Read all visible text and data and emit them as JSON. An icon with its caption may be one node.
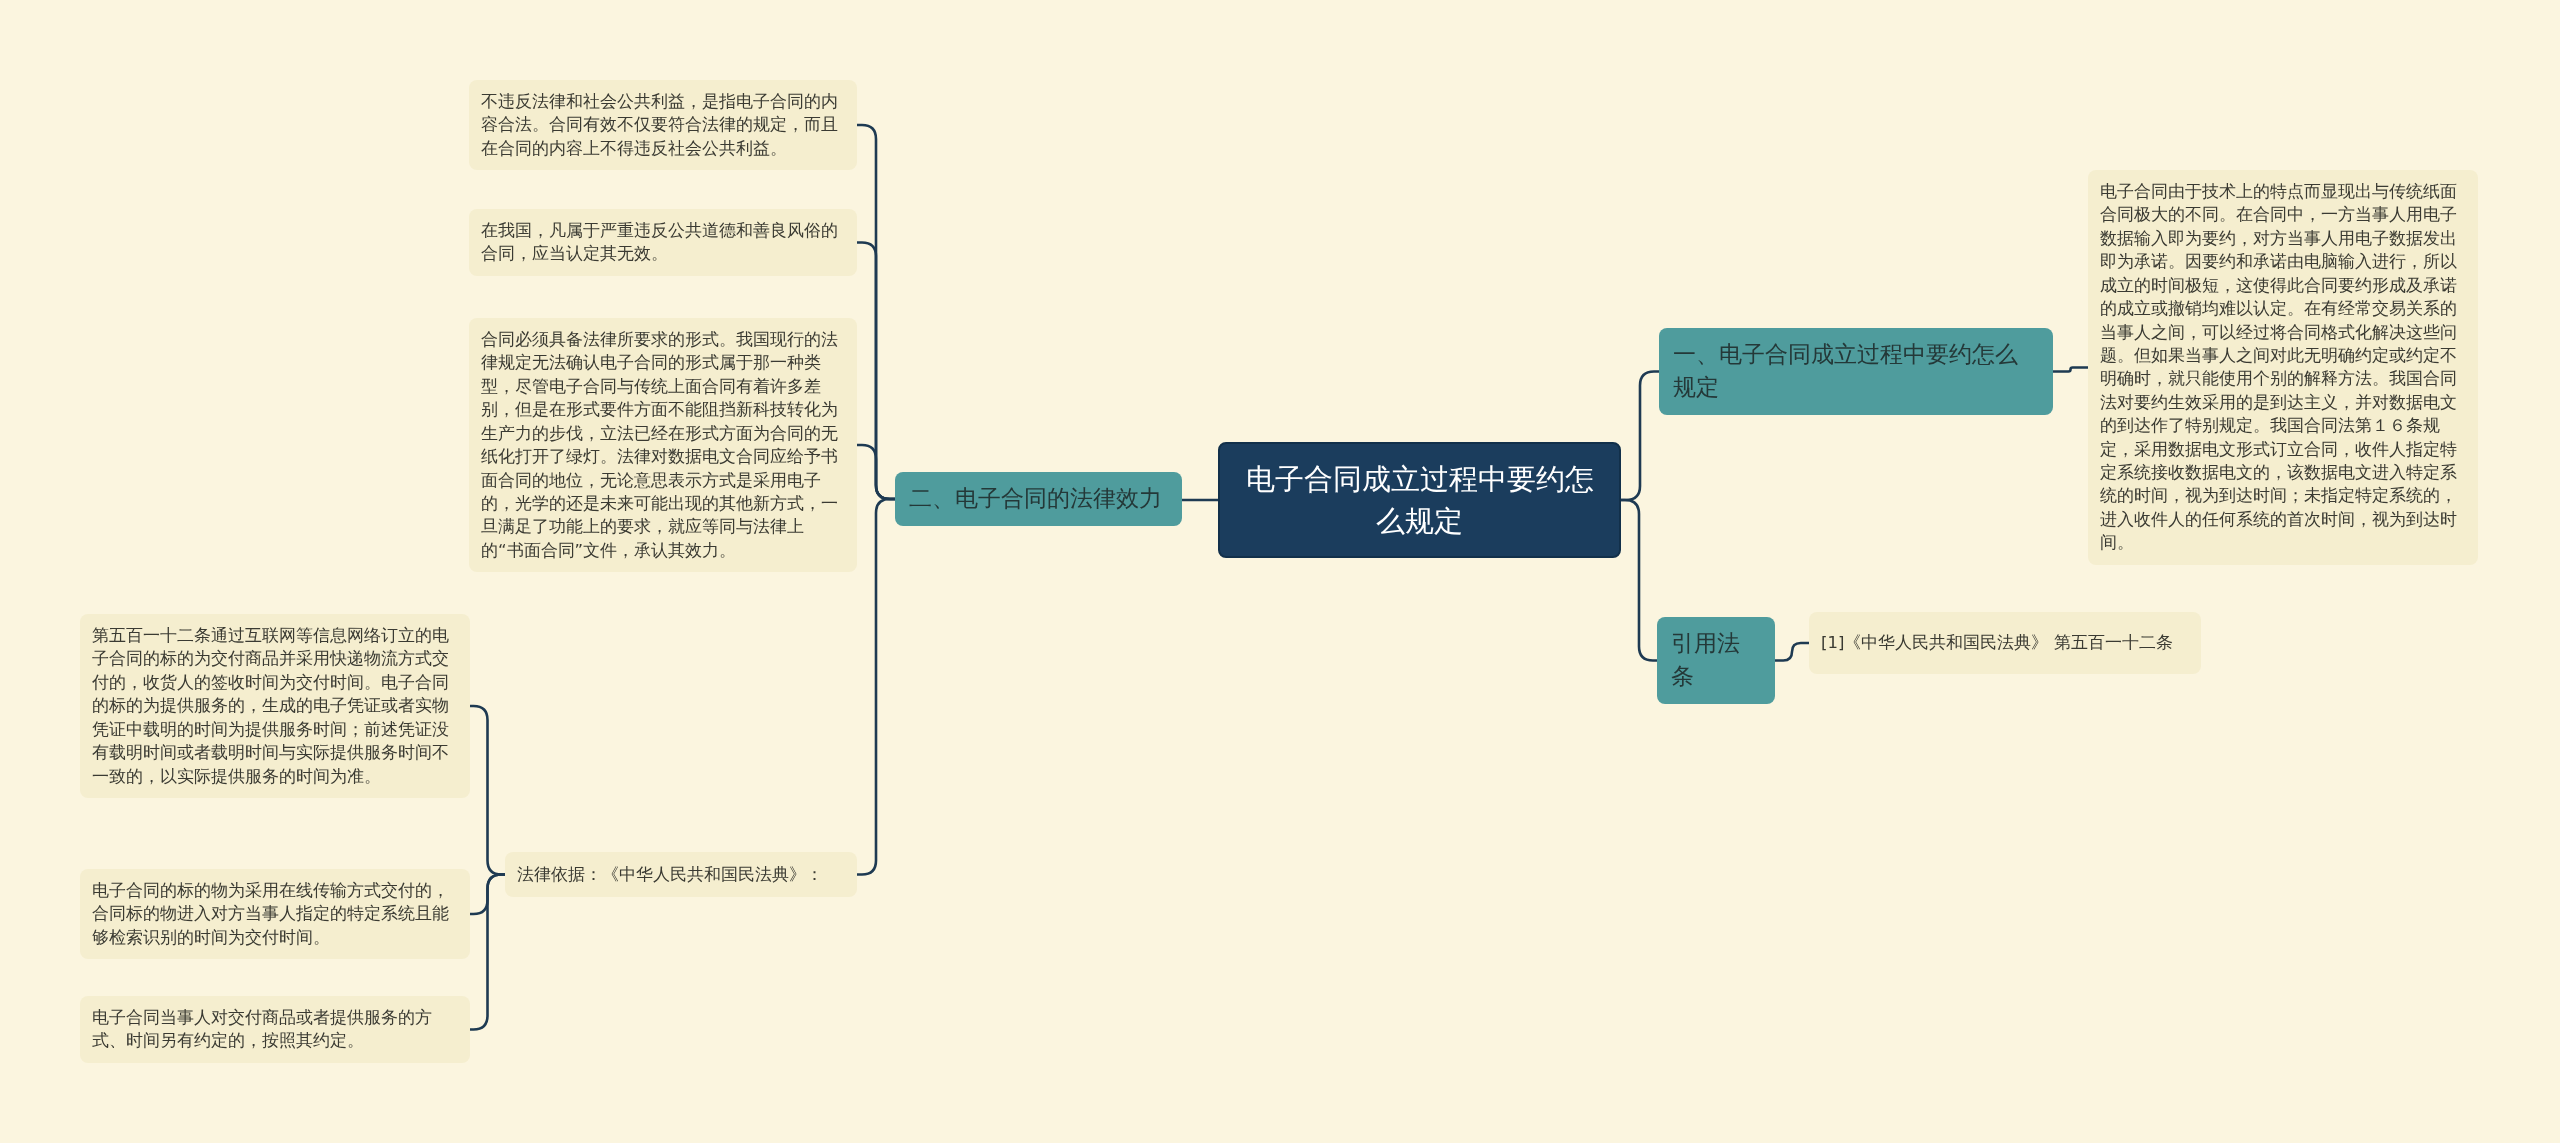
{
  "diagram": {
    "nodes": [
      {
        "text": [
          "电子合同成立过程中要约怎么规定"
        ]
      },
      {
        "text": [
          "一、电子合同成立过程中要约怎么规定"
        ]
      },
      {
        "text": [
          "电子合同由于技术上的特点而显现出与传统纸面合同极大的不同。在合同中，一方当事人用电子数据输入即为要约，对方当事人用电子数据发出即为承诺。因要约和承诺由电脑输入进行，所以成立的时间极短，这使得此合同要约形成及承诺的成立或撤销均难以认定。在有经常交易关系的当事人之间，可以经过将合同格式化解决这些问题。但如果当事人之间对此无明确约定或约定不明确时，就只能使用个别的解释方法。我国合同法对要约生效采用的是到达主义，并对数据电文的到达作了特别规定。我国合同法第１６条规定，采用数据电文形式订立合同，收件人指定特定系统接收数据电文的，该数据电文进入特定系统的时间，视为到达时间；未指定特定系统的，进入收件人的任何系统的首次时间，视为到达时间。"
        ]
      },
      {
        "text": [
          "引用法条"
        ]
      },
      {
        "text": [
          "[1]《中华人民共和国民法典》 第五百一十二条"
        ]
      },
      {
        "text": [
          "二、电子合同的法律效力"
        ]
      },
      {
        "text": [
          "不违反法律和社会公共利益，是指电子合同的内容合法。合同有效不仅要符合法律的规定，而且在合同的内容上不得违反社会公共利益。"
        ]
      },
      {
        "text": [
          "在我国，凡属于严重违反公共道德和善良风俗的合同，应当认定其无效。"
        ]
      },
      {
        "text": [
          "合同必须具备法律所要求的形式。我国现行的法律规定无法确认电子合同的形式属于那一种类型，尽管电子合同与传统上面合同有着许多差别，但是在形式要件方面不能阻挡新科技转化为生产力的步伐，立法已经在形式方面为合同的无纸化打开了绿灯。法律对数据电文合同应给予书面合同的地位，无论意思表示方式是采用电子的，光学的还是未来可能出现的其他新方式，一旦满足了功能上的要求，就应等同与法律上的“书面合同”文件，承认其效力。"
        ]
      },
      {
        "text": [
          "法律依据：《中华人民共和国民法典》："
        ]
      },
      {
        "text": [
          "第五百一十二条通过互联网等信息网络订立的电子合同的标的为交付商品并采用快递物流方式交付的，收货人的签收时间为交付时间。电子合同的标的为提供服务的，生成的电子凭证或者实物凭证中载明的时间为提供服务时间；前述凭证没有载明时间或者载明时间与实际提供服务时间不一致的，以实际提供服务的时间为准。"
        ]
      },
      {
        "text": [
          "电子合同的标的物为采用在线传输方式交付的，合同标的物进入对方当事人指定的特定系统且能够检索识别的时间为交付时间。"
        ]
      },
      {
        "text": [
          "电子合同当事人对交付商品或者提供服务的方式、时间另有约定的，按照其约定。"
        ]
      }
    ],
    "edges": [
      {
        "from": 0,
        "to": 1,
        "arrow": "none"
      },
      {
        "from": 1,
        "to": 2,
        "arrow": "none"
      },
      {
        "from": 0,
        "to": 3,
        "arrow": "none"
      },
      {
        "from": 3,
        "to": 4,
        "arrow": "none"
      },
      {
        "from": 0,
        "to": 5,
        "arrow": "none"
      },
      {
        "from": 5,
        "to": 6,
        "arrow": "none"
      },
      {
        "from": 5,
        "to": 7,
        "arrow": "none"
      },
      {
        "from": 5,
        "to": 8,
        "arrow": "none"
      },
      {
        "from": 5,
        "to": 9,
        "arrow": "none"
      },
      {
        "from": 9,
        "to": 10,
        "arrow": "none"
      },
      {
        "from": 9,
        "to": 11,
        "arrow": "none"
      },
      {
        "from": 9,
        "to": 12,
        "arrow": "none"
      }
    ]
  }
}
